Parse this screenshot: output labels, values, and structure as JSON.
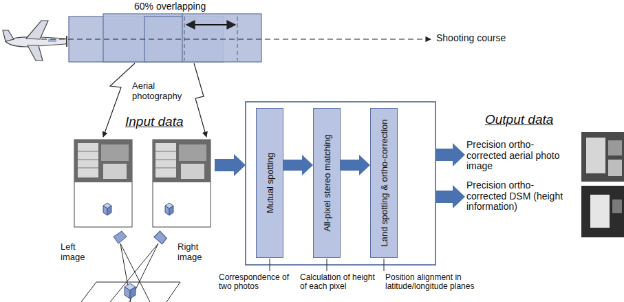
{
  "diagram": {
    "nodes": [
      {
        "text": [
          "Mutual spotting"
        ]
      },
      {
        "text": [
          "All-pixel stereo matching"
        ]
      },
      {
        "text": [
          "Land spotting & ortho-correction"
        ]
      }
    ],
    "edges": [
      {
        "from": 0,
        "to": 1,
        "arrow": "to"
      },
      {
        "from": 1,
        "to": 2,
        "arrow": "to"
      }
    ],
    "labels": [
      "60% overlapping",
      "Shooting course",
      "Aerial photography",
      "Input data",
      "Left image",
      "Right image",
      "Correspondence of two photos",
      "Calculation of height of each pixel",
      "Position alignment in latitude/longitude planes",
      "Output data",
      "Precision ortho-corrected aerial photo image",
      "Precision ortho-corrected DSM (height information)"
    ]
  }
}
